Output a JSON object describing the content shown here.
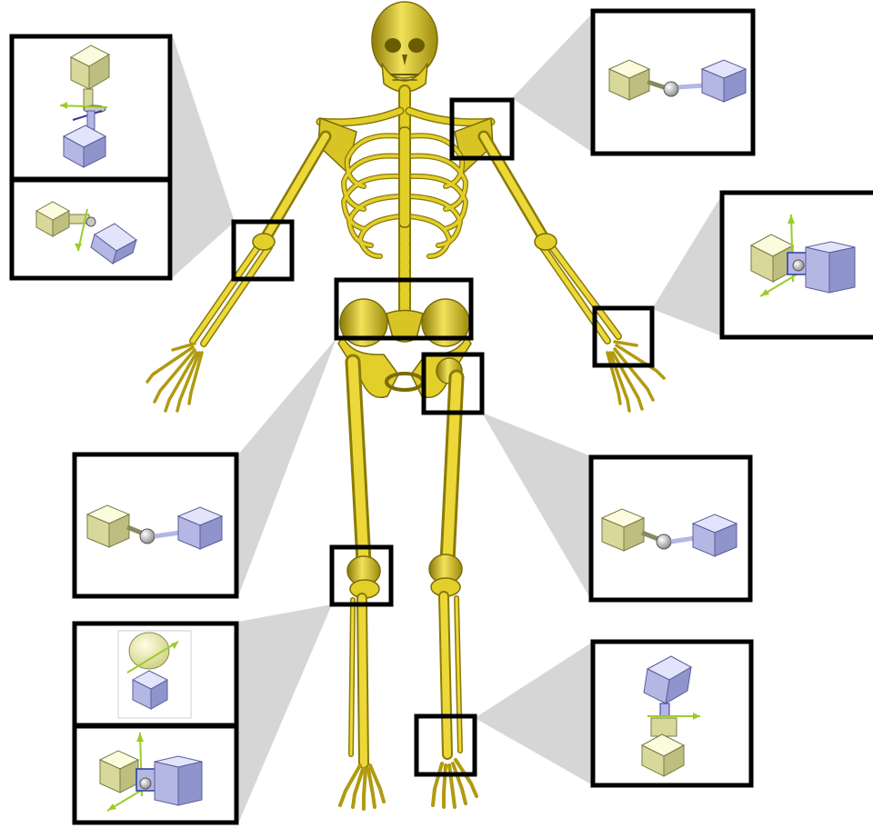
{
  "figure": {
    "subject": "skeleton",
    "colors": {
      "bone": "#e2cf2a",
      "bone_shadow": "#8a7a08",
      "bone_highlight": "#f6ea74",
      "callout_fill": "#d6d6d6",
      "frame": "#000000",
      "parent_block": "#e8e8b0",
      "child_block": "#b4b7e4",
      "joint_sphere": "#c8c8c8",
      "axis_arrow": "#9ccc2a"
    },
    "joints": [
      {
        "id": "elbow-right",
        "joint_type": "hinge"
      },
      {
        "id": "shoulder-left",
        "joint_type": "ball-socket"
      },
      {
        "id": "wrist-left",
        "joint_type": "universal"
      },
      {
        "id": "pelvis-lumbar",
        "joint_type": "ball-socket"
      },
      {
        "id": "hip-left",
        "joint_type": "ball-socket"
      },
      {
        "id": "knee-right",
        "joint_type": "hinge-and-universal"
      },
      {
        "id": "ankle-left",
        "joint_type": "hinge"
      }
    ]
  }
}
